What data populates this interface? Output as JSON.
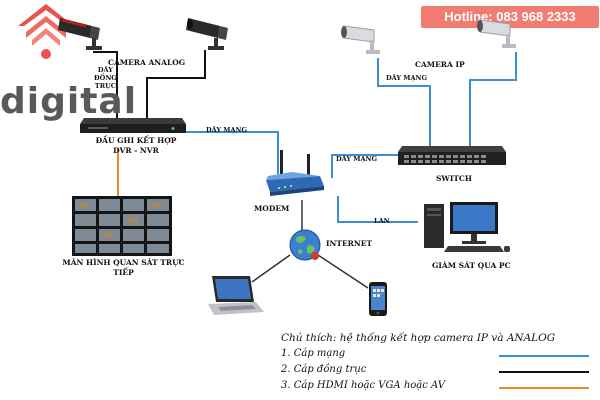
{
  "hotline": "Hotline: 083 968 2333",
  "brand": "digital",
  "labels": {
    "camera_analog": "CAMERA ANALOG",
    "cable_coax": [
      "DÂY",
      "ĐỒNG",
      "TRỤC"
    ],
    "dvr": [
      "ĐẦU GHI KẾT HỢP",
      "DVR - NVR"
    ],
    "day_mang_1": "DÂY MẠNG",
    "monitor": [
      "MÀN HÌNH QUAN SÁT TRỰC",
      "TIẾP"
    ],
    "camera_ip": "CAMERA IP",
    "day_mang_2": "DÂY MẠNG",
    "day_mang_3": "DÂY MẠNG",
    "switch": "SWITCH",
    "modem": "MODEM",
    "lan": "LAN",
    "internet": "INTERNET",
    "pc": "GIÁM SÁT QUA PC"
  },
  "legend": {
    "title": "Chú thích: hệ thống kết hợp camera IP và ANALOG",
    "items": [
      {
        "label": "1. Cáp mạng",
        "color": "#3a8fd6"
      },
      {
        "label": "2. Cáp đồng trục",
        "color": "#111111"
      },
      {
        "label": "3. Cáp HDMI hoặc VGA hoặc AV",
        "color": "#f08a24"
      }
    ]
  },
  "colors": {
    "network": "#3a8fd6",
    "coax": "#111111",
    "hdmi": "#f08a24",
    "logo": "#e9514a",
    "hotline_bg": "#f07c72"
  },
  "icons": [
    "logo-icon",
    "analog-camera-icon",
    "ip-camera-icon",
    "dvr-icon",
    "monitor-wall-icon",
    "switch-icon",
    "modem-icon",
    "globe-icon",
    "laptop-icon",
    "smartphone-icon",
    "pc-icon"
  ]
}
